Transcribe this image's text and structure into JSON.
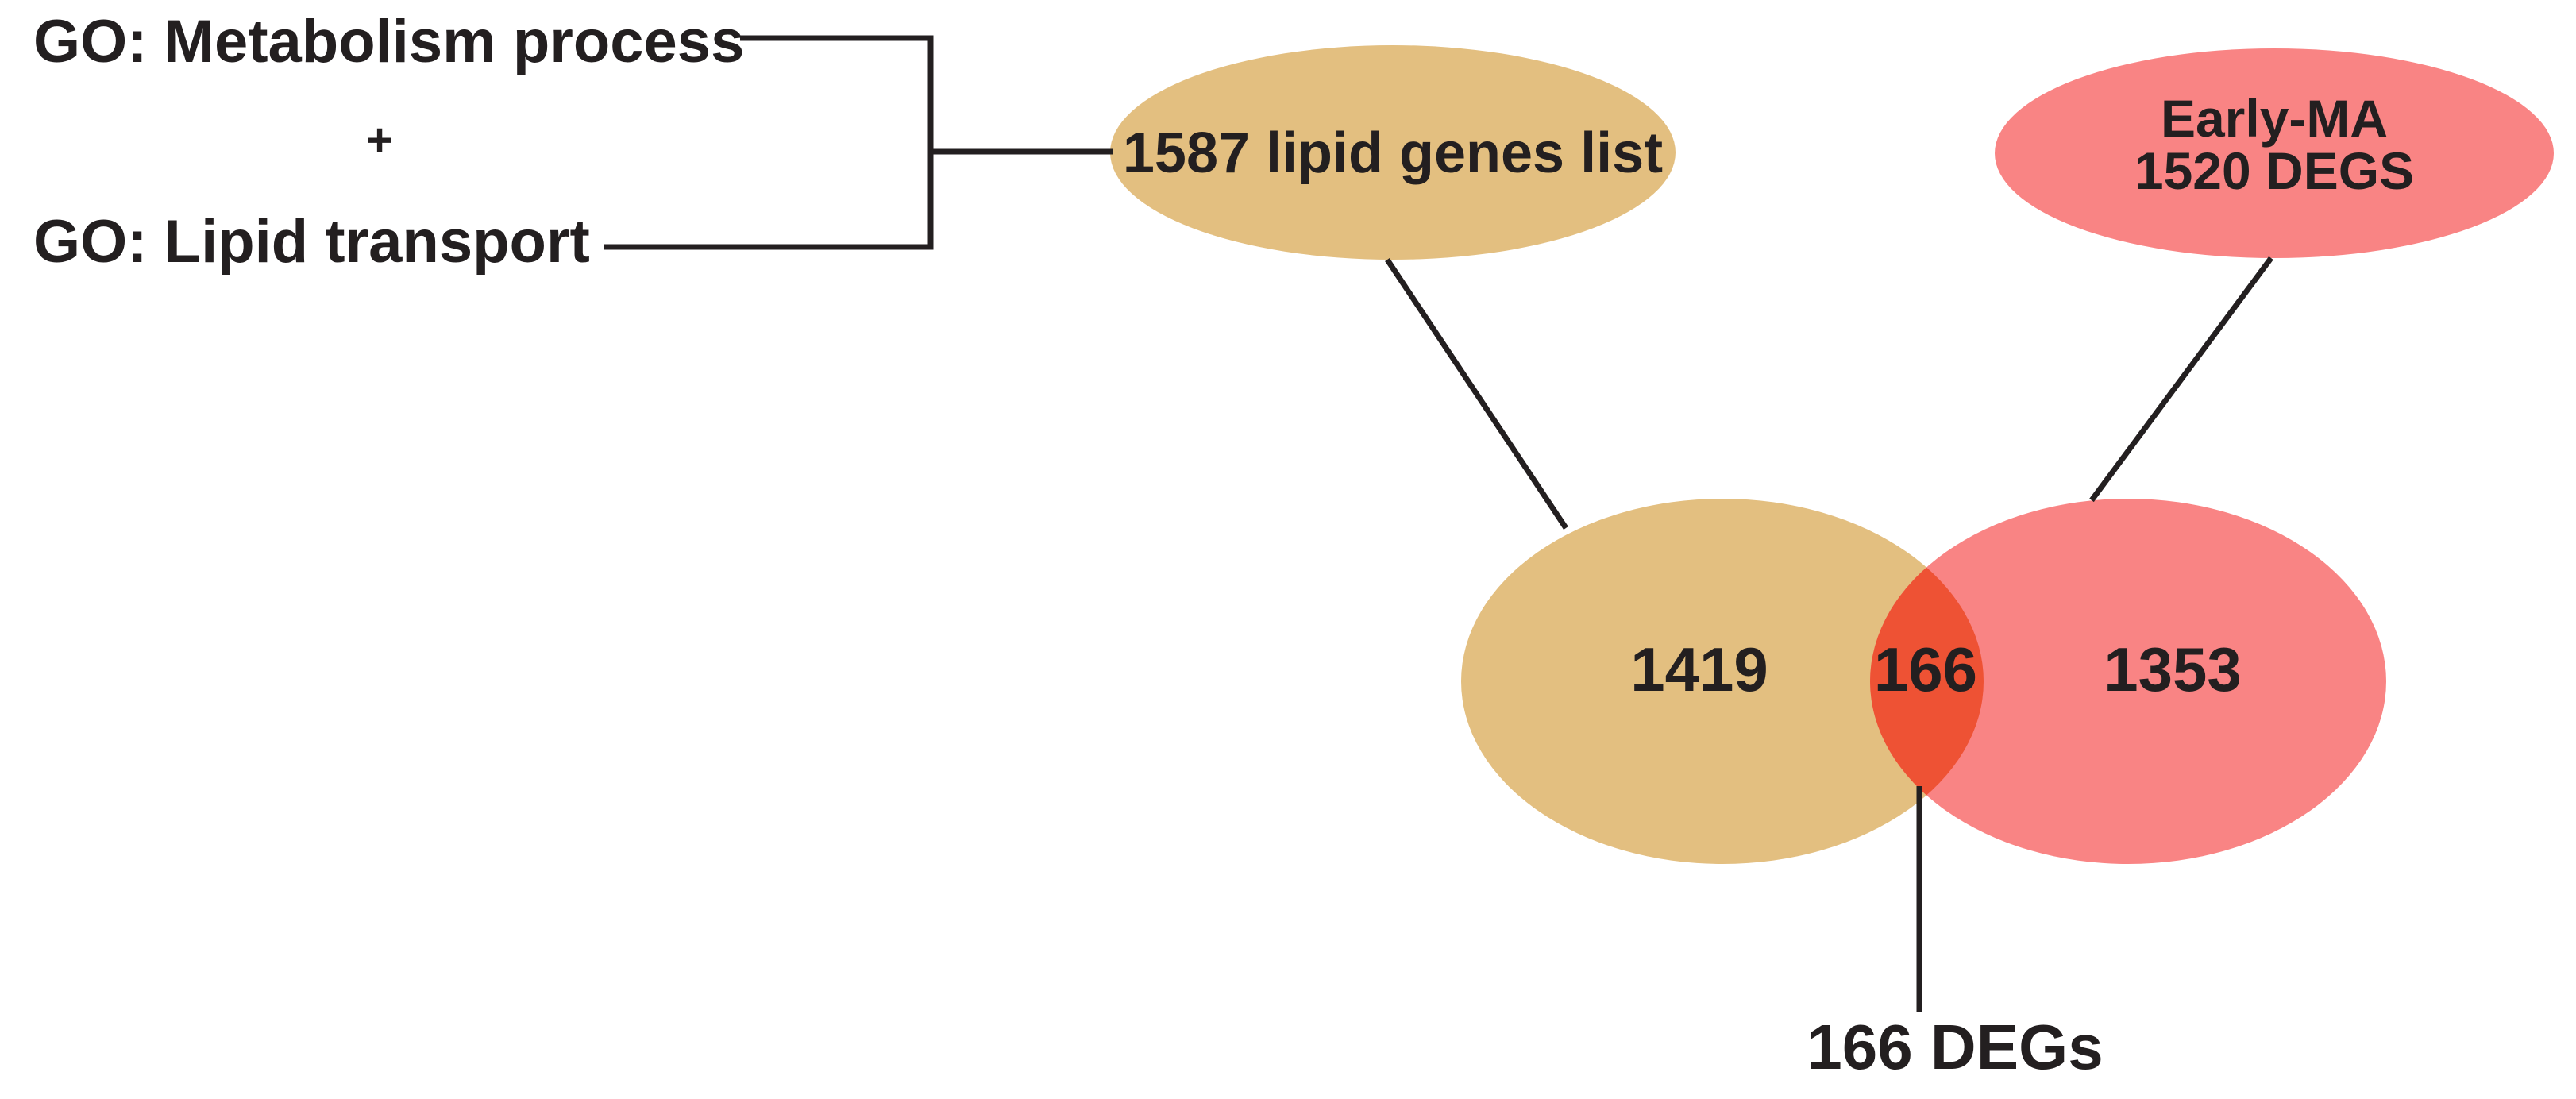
{
  "colors": {
    "tan": "#E3BF80",
    "red": "#F98484",
    "overlap": "#EE5234",
    "ink": "#231F20"
  },
  "source_labels": {
    "metabolism": "GO: Metabolism process",
    "plus": "+",
    "lipid_transport": "GO: Lipid transport"
  },
  "lipid_genes_ellipse": {
    "label": "1587 lipid genes list"
  },
  "early_ma_ellipse": {
    "line1": "Early-MA",
    "line2": "1520 DEGS"
  },
  "venn": {
    "left_only": "1419",
    "overlap": "166",
    "right_only": "1353"
  },
  "overlap_callout": {
    "label": "166 DEGs"
  }
}
